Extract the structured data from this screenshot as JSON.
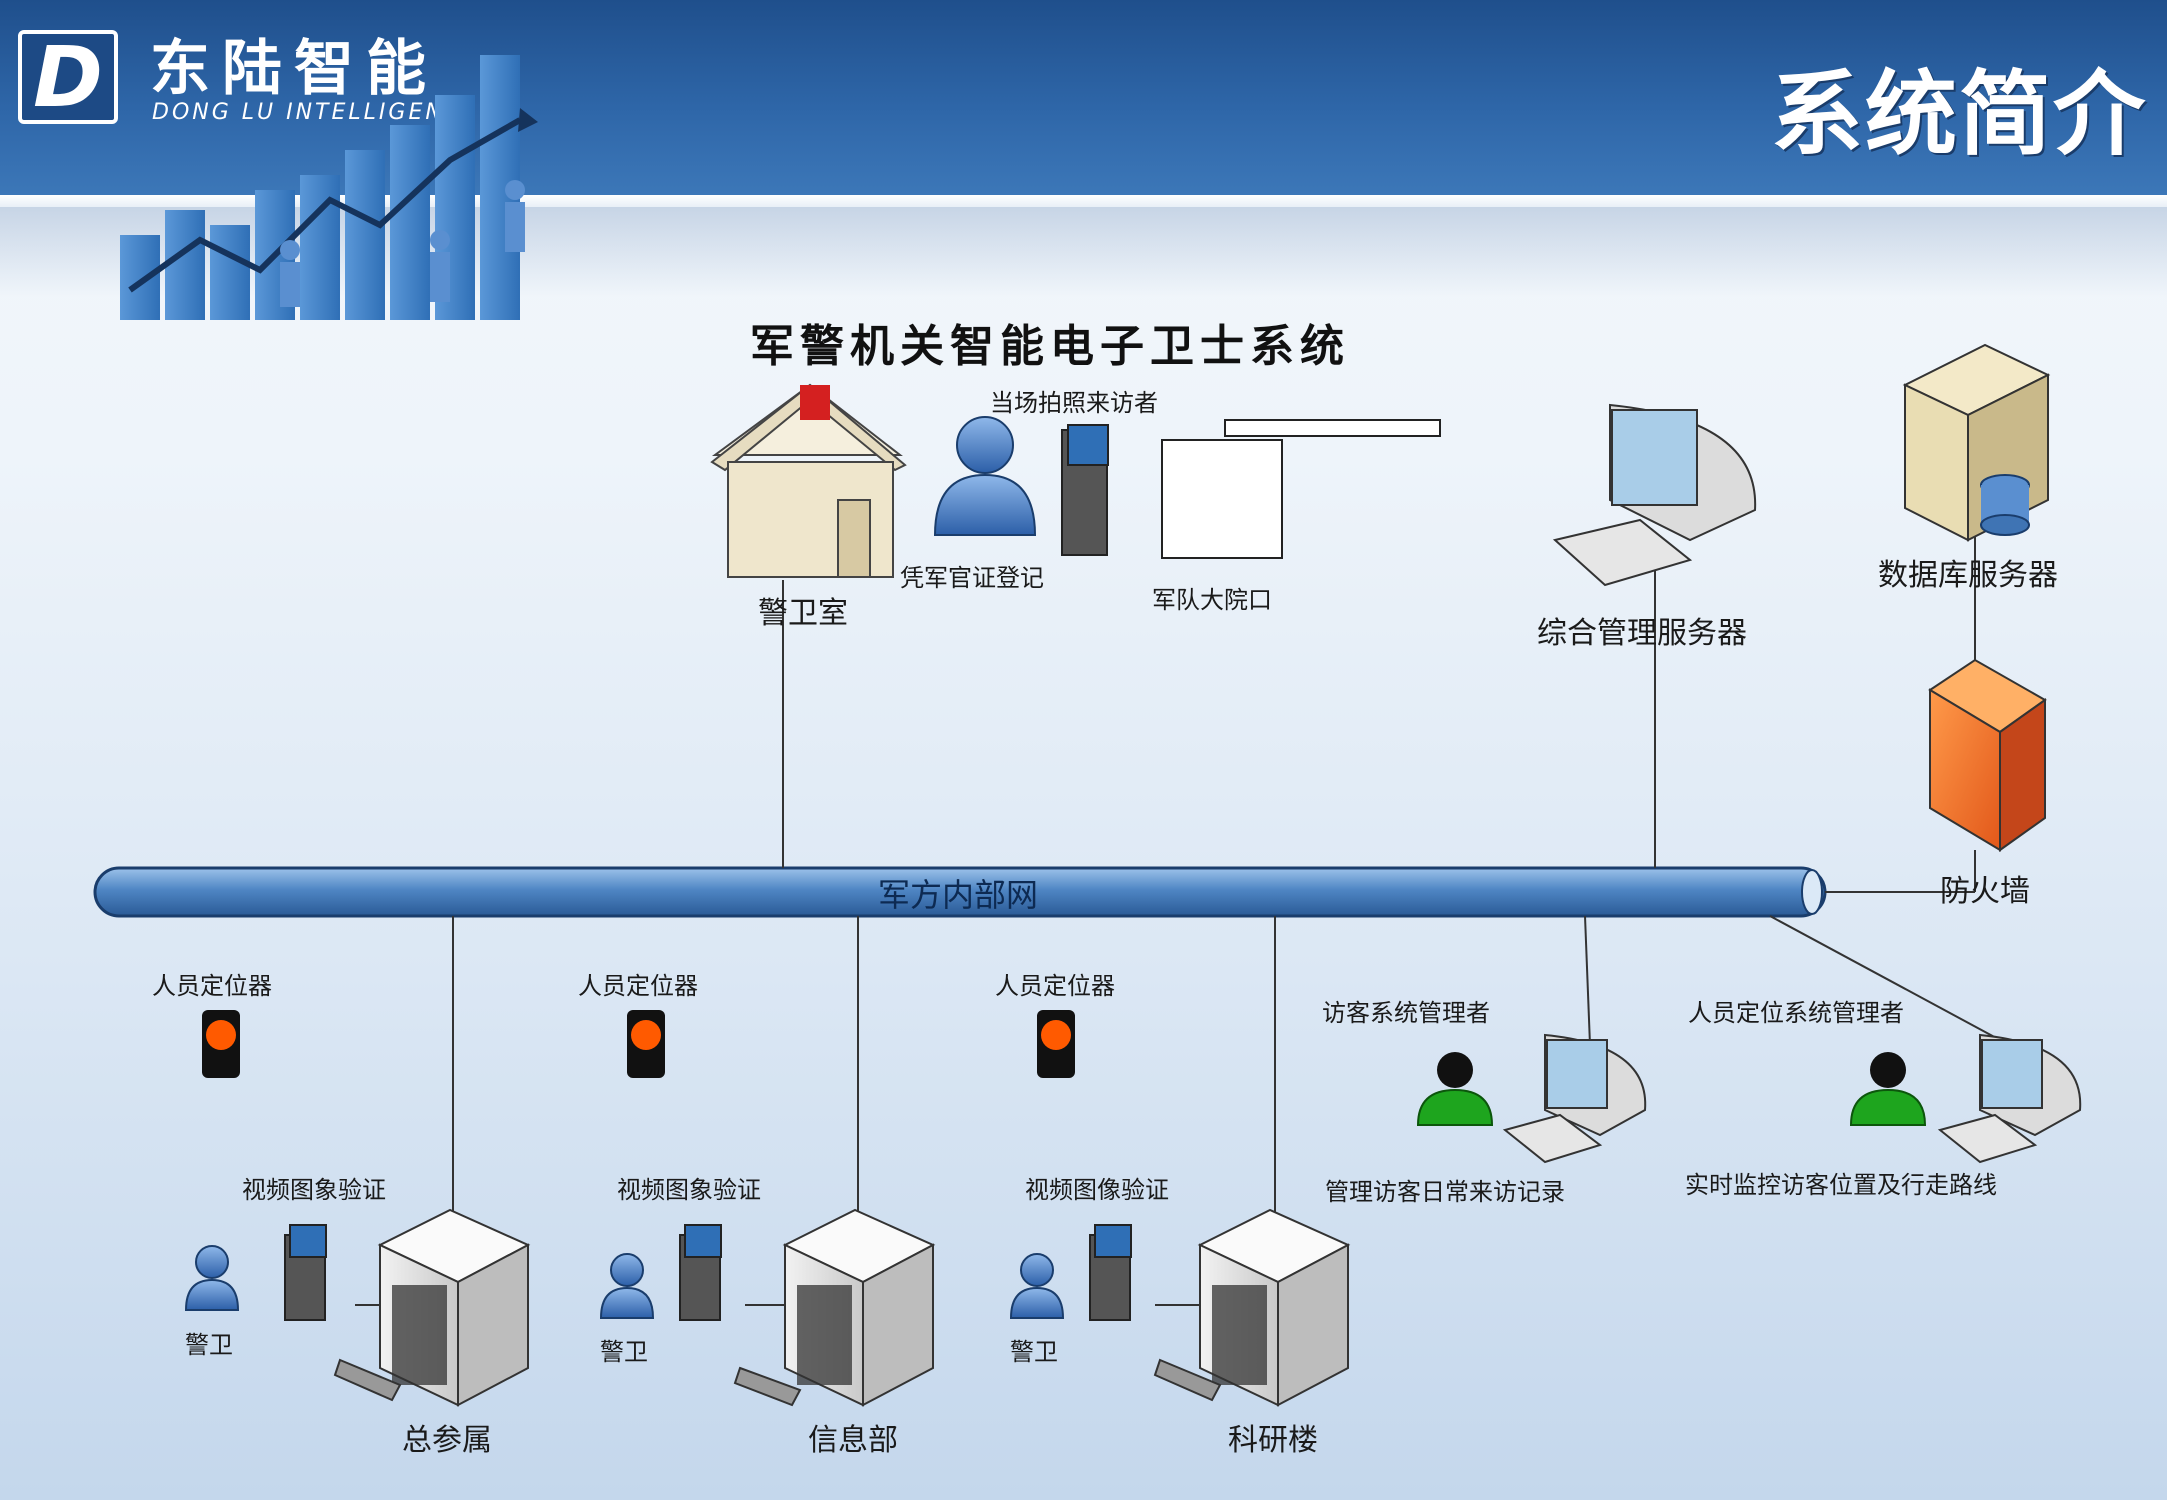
{
  "header": {
    "logo_letter": "D",
    "brand_cn": "东陆智能",
    "brand_en": "DONG LU INTELLIGENT",
    "page_title": "系统简介"
  },
  "diagram": {
    "title": "军警机关智能电子卫士系统",
    "network": "军方内部网",
    "nodes": {
      "guard_room": "警卫室",
      "photo": "当场拍照来访者",
      "officer_id": "凭军官证登记",
      "entrance": "军队大院口",
      "mgmt_server": "综合管理服务器",
      "db_server": "数据库服务器",
      "firewall": "防火墙",
      "visitor_admin": "访客系统管理者",
      "visitor_admin_desc": "管理访客日常来访记录",
      "locator_admin": "人员定位系统管理者",
      "locator_admin_desc": "实时监控访客位置及行走路线"
    },
    "buildings": [
      {
        "name": "总参属",
        "locator": "人员定位器",
        "video": "视频图象验证",
        "guard": "警卫"
      },
      {
        "name": "信息部",
        "locator": "人员定位器",
        "video": "视频图象验证",
        "guard": "警卫"
      },
      {
        "name": "科研楼",
        "locator": "人员定位器",
        "video": "视频图像验证",
        "guard": "警卫"
      }
    ]
  }
}
